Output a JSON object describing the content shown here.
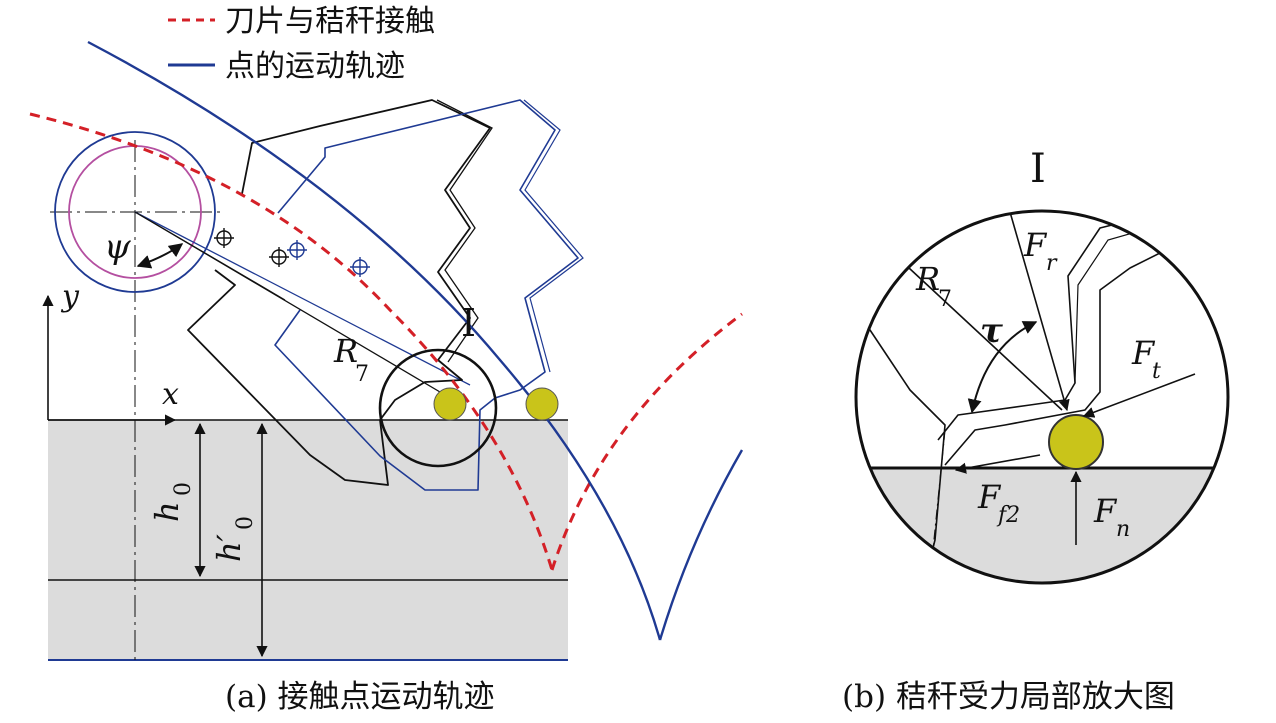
{
  "legend": {
    "items": [
      {
        "label": "刀片与秸秆接触",
        "color": "#d42027",
        "style": "dashed"
      },
      {
        "label": "点的运动轨迹",
        "color": "#1f3a93",
        "style": "solid"
      }
    ]
  },
  "panel_a": {
    "caption": "(a) 接触点运动轨迹",
    "labels": {
      "psi": "ψ",
      "axis_y": "y",
      "axis_x": "x",
      "R": "R",
      "R_sub": "7",
      "h": "h",
      "h_sub": "0",
      "h_prime": "h′",
      "h_prime_sub": "0",
      "detail_marker": "I"
    }
  },
  "panel_b": {
    "caption": "(b) 秸秆受力局部放大图",
    "labels": {
      "detail_marker": "I",
      "R": "R",
      "R_sub": "7",
      "tau": "τ",
      "Fr": "F",
      "Fr_sub": "r",
      "Ft": "F",
      "Ft_sub": "t",
      "Ff": "F",
      "Ff_sub": "f2",
      "Fn": "F",
      "Fn_sub": "n"
    }
  },
  "colors": {
    "soil": "#dcdcdc",
    "straw": "#c9c41a",
    "trajectory": "#1f3a93",
    "contact": "#d42027",
    "hub_circle": "#b44fa0"
  }
}
